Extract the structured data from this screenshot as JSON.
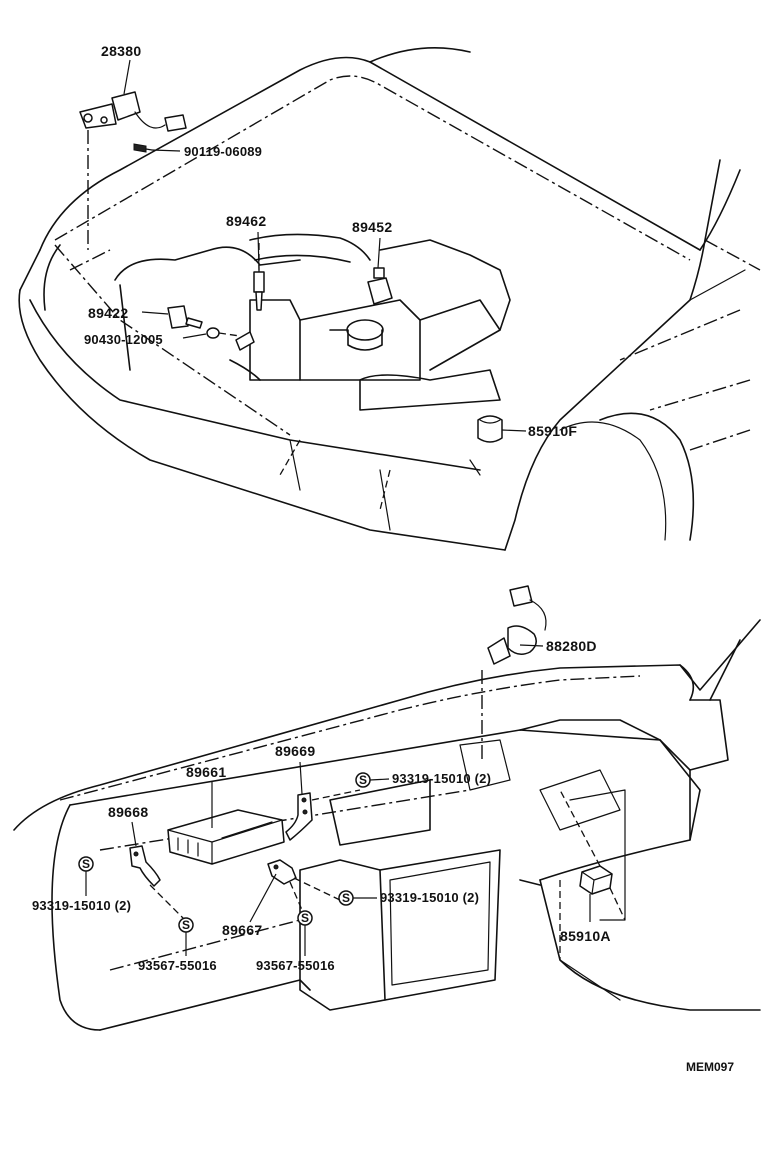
{
  "diagram_code": "MEM097",
  "engine_bay": {
    "parts": [
      {
        "id": "28380",
        "label": "28380"
      },
      {
        "id": "90119-06089",
        "label": "90119-06089"
      },
      {
        "id": "89462",
        "label": "89462"
      },
      {
        "id": "89452",
        "label": "89452"
      },
      {
        "id": "89422",
        "label": "89422"
      },
      {
        "id": "90430-12005",
        "label": "90430-12005"
      },
      {
        "id": "85910F",
        "label": "85910F"
      }
    ]
  },
  "dashboard": {
    "parts": [
      {
        "id": "88280D",
        "label": "88280D"
      },
      {
        "id": "89661",
        "label": "89661"
      },
      {
        "id": "89669",
        "label": "89669"
      },
      {
        "id": "89668",
        "label": "89668"
      },
      {
        "id": "93319-15010-a",
        "label": "93319-15010 (2)"
      },
      {
        "id": "93319-15010-b",
        "label": "93319-15010 (2)"
      },
      {
        "id": "93319-15010-c",
        "label": "93319-15010 (2)"
      },
      {
        "id": "89667",
        "label": "89667"
      },
      {
        "id": "93567-55016-a",
        "label": "93567-55016"
      },
      {
        "id": "93567-55016-b",
        "label": "93567-55016"
      },
      {
        "id": "85910A",
        "label": "85910A"
      }
    ],
    "standard_symbol": "S"
  }
}
